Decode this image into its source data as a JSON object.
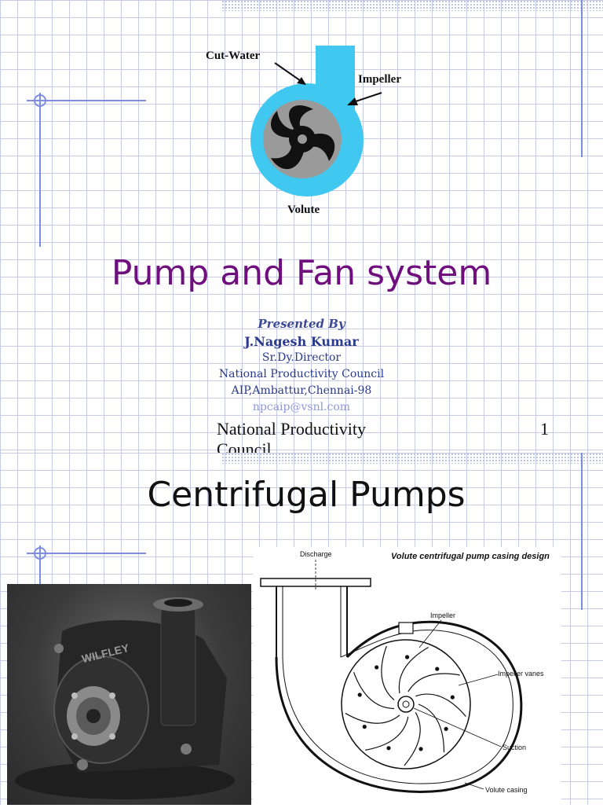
{
  "slide1": {
    "diagram_labels": {
      "cut_water": "Cut-Water",
      "impeller": "Impeller",
      "volute": "Volute"
    },
    "title": "Pump and Fan system",
    "presented_by": "Presented By",
    "presenter": "J.Nagesh Kumar",
    "designation": "Sr.Dy.Director",
    "organization": "National Productivity Council",
    "address": "AIP,Ambattur,Chennai-98",
    "email": "npcaip@vsnl.com",
    "footer_org": "National Productivity Council",
    "page_number": "1"
  },
  "slide2": {
    "title": "Centrifugal Pumps",
    "photo_brand": "WILFLEY",
    "drawing": {
      "caption": "Volute centrifugal pump casing design",
      "labels": {
        "discharge": "Discharge",
        "impeller": "Impeller",
        "impeller_vanes": "Impeller vanes",
        "suction": "Suction",
        "volute_casing": "Volute casing"
      }
    }
  },
  "colors": {
    "title_purple": "#6f0e7d",
    "accent_blue": "#7d8de0",
    "volute_cyan": "#40c8f0",
    "impeller_grey": "#9a9a9a"
  }
}
